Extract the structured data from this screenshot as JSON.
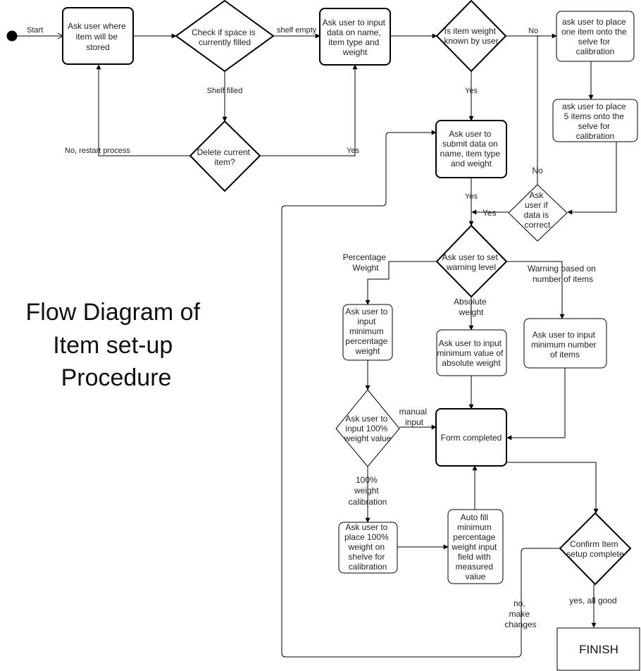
{
  "title": [
    "Flow Diagram of",
    "Item set-up",
    "Procedure"
  ],
  "nodes": {
    "start_label": "Start",
    "ask_storage": [
      "Ask user where",
      "item will be",
      "stored"
    ],
    "check_space": [
      "Check if space is",
      "currently filled"
    ],
    "delete_item": [
      "Delete current",
      "item?"
    ],
    "input_data": [
      "Ask user to input",
      "data on name,",
      "item type and",
      "weight"
    ],
    "weight_known": [
      "Is item weight",
      "known by user"
    ],
    "place_one": [
      "ask user to place",
      "one item onto the",
      "selve for",
      "calibration"
    ],
    "place_five": [
      "ask user to place",
      "5 items onto the",
      "selve for",
      "calibration"
    ],
    "submit_data": [
      "Ask user to",
      "submit data on",
      "name, item type",
      "and weight"
    ],
    "data_correct": [
      "Ask",
      "user if",
      "data is",
      "correct"
    ],
    "warning_level": [
      "Ask user to set",
      "warning level"
    ],
    "min_percentage": [
      "Ask user to",
      "input",
      "minimum",
      "percentage",
      "weight"
    ],
    "min_absolute": [
      "Ask user to input",
      "minimum value of",
      "absolute weight"
    ],
    "min_items": [
      "Ask user to input",
      "minimum number",
      "of items"
    ],
    "input_100": [
      "Ask user to",
      "input 100%",
      "weight value"
    ],
    "form_completed": [
      "Form completed"
    ],
    "place_100": [
      "Ask user to",
      "place 100%",
      "weight on",
      "shelve for",
      "calibration"
    ],
    "auto_fill": [
      "Auto fill",
      "minimum",
      "percentage",
      "weight input",
      "field with",
      "measured",
      "value"
    ],
    "confirm_setup": [
      "Confirm Item",
      "setup complete"
    ],
    "finish": [
      "FINISH"
    ]
  },
  "edges": {
    "shelf_empty": "shelf empty",
    "shelf_filled": "Shelf filled",
    "no_restart": "No, restart process",
    "yes_delete": "Yes",
    "no_weight": "No",
    "yes_weight": "Yes",
    "no_correct": "No",
    "yes_correct": "Yes",
    "yes_submit": "Yes",
    "percentage_weight": [
      "Percentage",
      "Weight"
    ],
    "absolute_weight": [
      "Absolute",
      "weight"
    ],
    "warning_items": [
      "Warning based on",
      "number of items"
    ],
    "manual_input": [
      "manual",
      "input"
    ],
    "calibration_100": [
      "100%",
      "weight",
      "calibration"
    ],
    "yes_all_good": "yes, all good",
    "no_make_changes": [
      "no,",
      "make",
      "changes"
    ]
  }
}
